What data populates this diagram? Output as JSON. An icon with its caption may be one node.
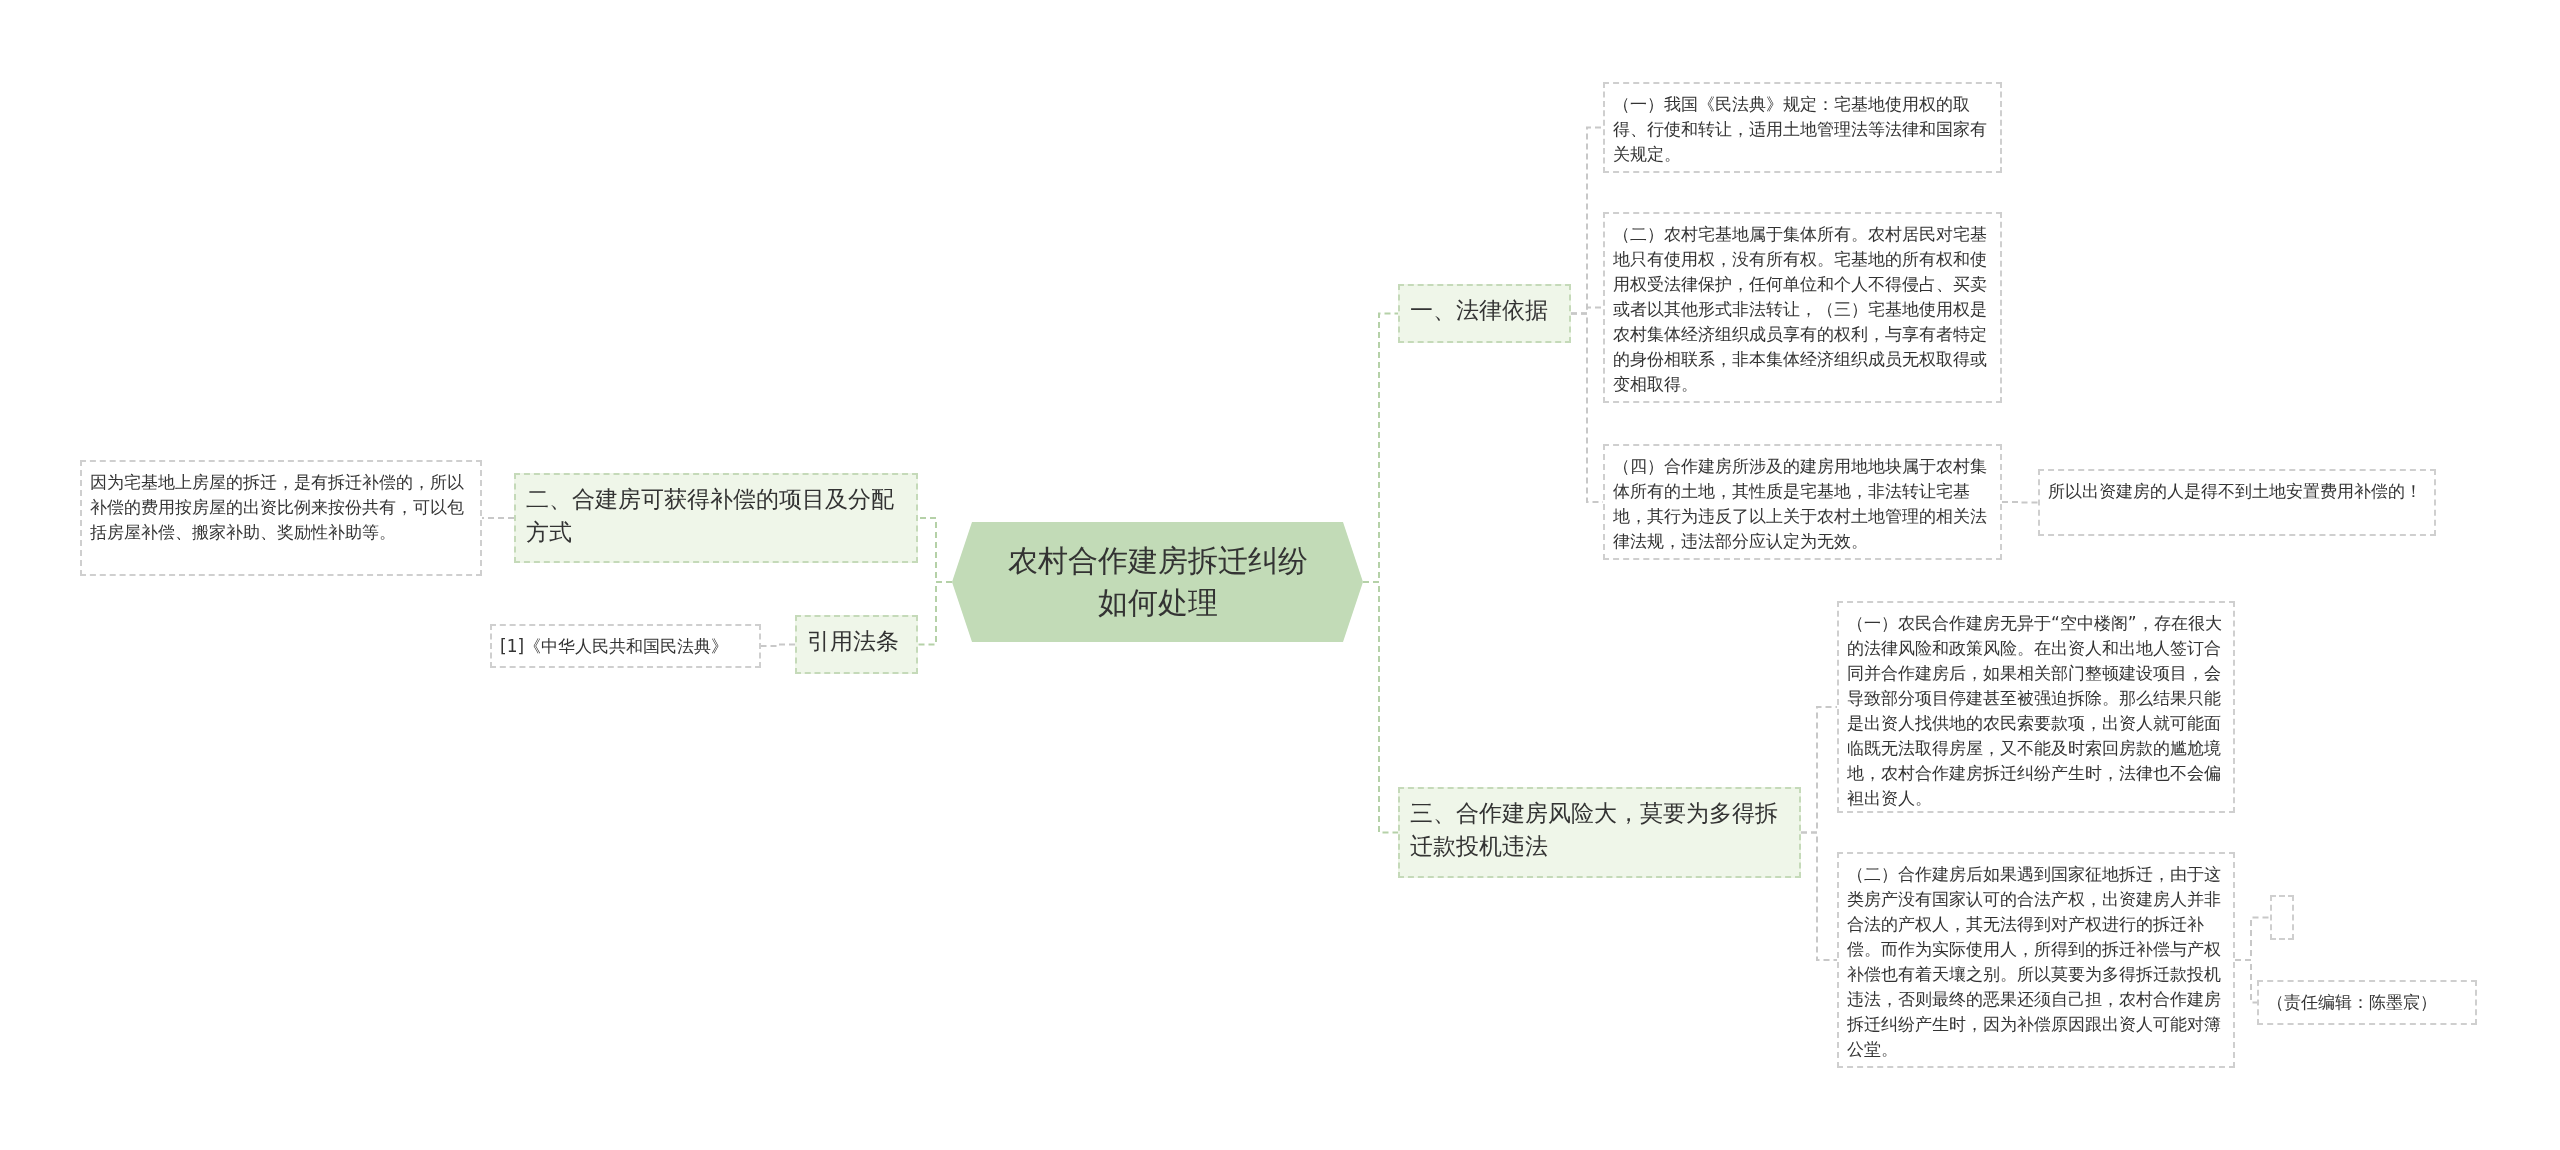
{
  "diagram": {
    "nodes": [
      {
        "text": [
          "农村合作建房拆迁纠纷如何处理"
        ]
      },
      {
        "text": [
          "一、法律依据"
        ]
      },
      {
        "text": [
          "（一）我国《民法典》规定：宅基地使用权的取得、行使和转让，适用土地管理法等法律和国家有关规定。"
        ]
      },
      {
        "text": [
          "（二）农村宅基地属于集体所有。农村居民对宅基地只有使用权，没有所有权。宅基地的所有权和使用权受法律保护，任何单位和个人不得侵占、买卖或者以其他形式非法转让，（三）宅基地使用权是农村集体经济组织成员享有的权利，与享有者特定的身份相联系，非本集体经济组织成员无权取得或变相取得。"
        ]
      },
      {
        "text": [
          "（四）合作建房所涉及的建房用地地块属于农村集体所有的土地，其性质是宅基地，非法转让宅基地，其行为违反了以上关于农村土地管理的相关法律法规，违法部分应认定为无效。"
        ]
      },
      {
        "text": [
          "所以出资建房的人是得不到土地安置费用补偿的！"
        ]
      },
      {
        "text": [
          "三、合作建房风险大，莫要为多得拆迁款投机违法"
        ]
      },
      {
        "text": [
          "（一）农民合作建房无异于“空中楼阁”，存在很大的法律风险和政策风险。在出资人和出地人签订合同并合作建房后，如果相关部门整顿建设项目，会导致部分项目停建甚至被强迫拆除。那么结果只能是出资人找供地的农民索要款项，出资人就可能面临既无法取得房屋，又不能及时索回房款的尴尬境地，农村合作建房拆迁纠纷产生时，法律也不会偏袒出资人。"
        ]
      },
      {
        "text": [
          "（二）合作建房后如果遇到国家征地拆迁，由于这类房产没有国家认可的合法产权，出资建房人并非合法的产权人，其无法得到对产权进行的拆迁补偿。而作为实际使用人，所得到的拆迁补偿与产权补偿也有着天壤之别。所以莫要为多得拆迁款投机违法，否则最终的恶果还须自己担，农村合作建房拆迁纠纷产生时，因为补偿原因跟出资人可能对簿公堂。"
        ]
      },
      {
        "text": [],
        "shape": "box"
      },
      {
        "text": [
          "（责任编辑：陈墨宸）"
        ]
      },
      {
        "text": [
          "二、合建房可获得补偿的项目及分配方式"
        ]
      },
      {
        "text": [
          "因为宅基地上房屋的拆迁，是有拆迁补偿的，所以补偿的费用按房屋的出资比例来按份共有，可以包括房屋补偿、搬家补助、奖励性补助等。"
        ]
      },
      {
        "text": [
          "引用法条"
        ]
      },
      {
        "text": [
          "[1]《中华人民共和国民法典》"
        ]
      }
    ],
    "edges": [
      {
        "from": 0,
        "to": 1,
        "arrow": "none"
      },
      {
        "from": 1,
        "to": 2,
        "arrow": "none"
      },
      {
        "from": 1,
        "to": 3,
        "arrow": "none"
      },
      {
        "from": 1,
        "to": 4,
        "arrow": "none"
      },
      {
        "from": 4,
        "to": 5,
        "arrow": "none"
      },
      {
        "from": 0,
        "to": 6,
        "arrow": "none"
      },
      {
        "from": 6,
        "to": 7,
        "arrow": "none"
      },
      {
        "from": 6,
        "to": 8,
        "arrow": "none"
      },
      {
        "from": 8,
        "to": 9,
        "arrow": "none"
      },
      {
        "from": 8,
        "to": 10,
        "arrow": "none"
      },
      {
        "from": 0,
        "to": 11,
        "arrow": "none"
      },
      {
        "from": 11,
        "to": 12,
        "arrow": "none"
      },
      {
        "from": 0,
        "to": 13,
        "arrow": "none"
      },
      {
        "from": 13,
        "to": 14,
        "arrow": "none"
      }
    ]
  }
}
